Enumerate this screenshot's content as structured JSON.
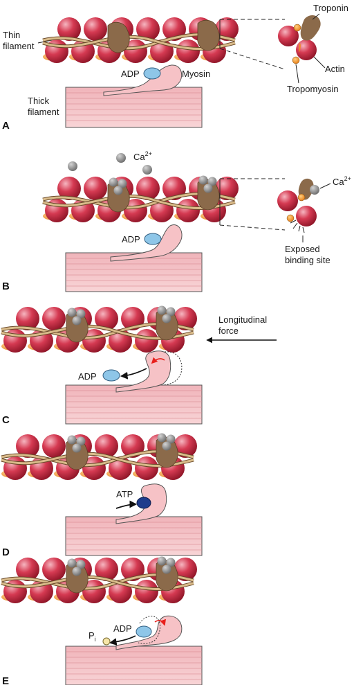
{
  "panels": [
    {
      "letter": "A",
      "labels": {
        "thin_filament_line1": "Thin",
        "thin_filament_line2": "filament",
        "thick_filament_line1": "Thick",
        "thick_filament_line2": "filament",
        "adp": "ADP",
        "myosin": "Myosin",
        "troponin": "Troponin",
        "actin": "Actin",
        "tropomyosin": "Tropomyosin"
      }
    },
    {
      "letter": "B",
      "labels": {
        "ca": "Ca",
        "ca_sup": "2+",
        "adp": "ADP",
        "ca_inset": "Ca",
        "ca_inset_sup": "2+",
        "exposed_line1": "Exposed",
        "exposed_line2": "binding site"
      }
    },
    {
      "letter": "C",
      "labels": {
        "force_line1": "Longitudinal",
        "force_line2": "force",
        "adp": "ADP"
      }
    },
    {
      "letter": "D",
      "labels": {
        "atp": "ATP"
      }
    },
    {
      "letter": "E",
      "labels": {
        "adp": "ADP",
        "pi": "P",
        "pi_sub": "i"
      }
    }
  ],
  "colors": {
    "actin": "#c8283c",
    "actin_highlight": "#f2a0ac",
    "binding_site": "#f08a1c",
    "troponin": "#8b6a4a",
    "tropomyosin": "#c9a977",
    "calcium": "#888888",
    "myosin": "#f6c2c6",
    "thick_filament": "#f4c4c8",
    "adp": "#8ec6e8",
    "atp": "#1f3c8c",
    "pi": "#f6e6a8",
    "red_arrow": "#e8201c"
  }
}
